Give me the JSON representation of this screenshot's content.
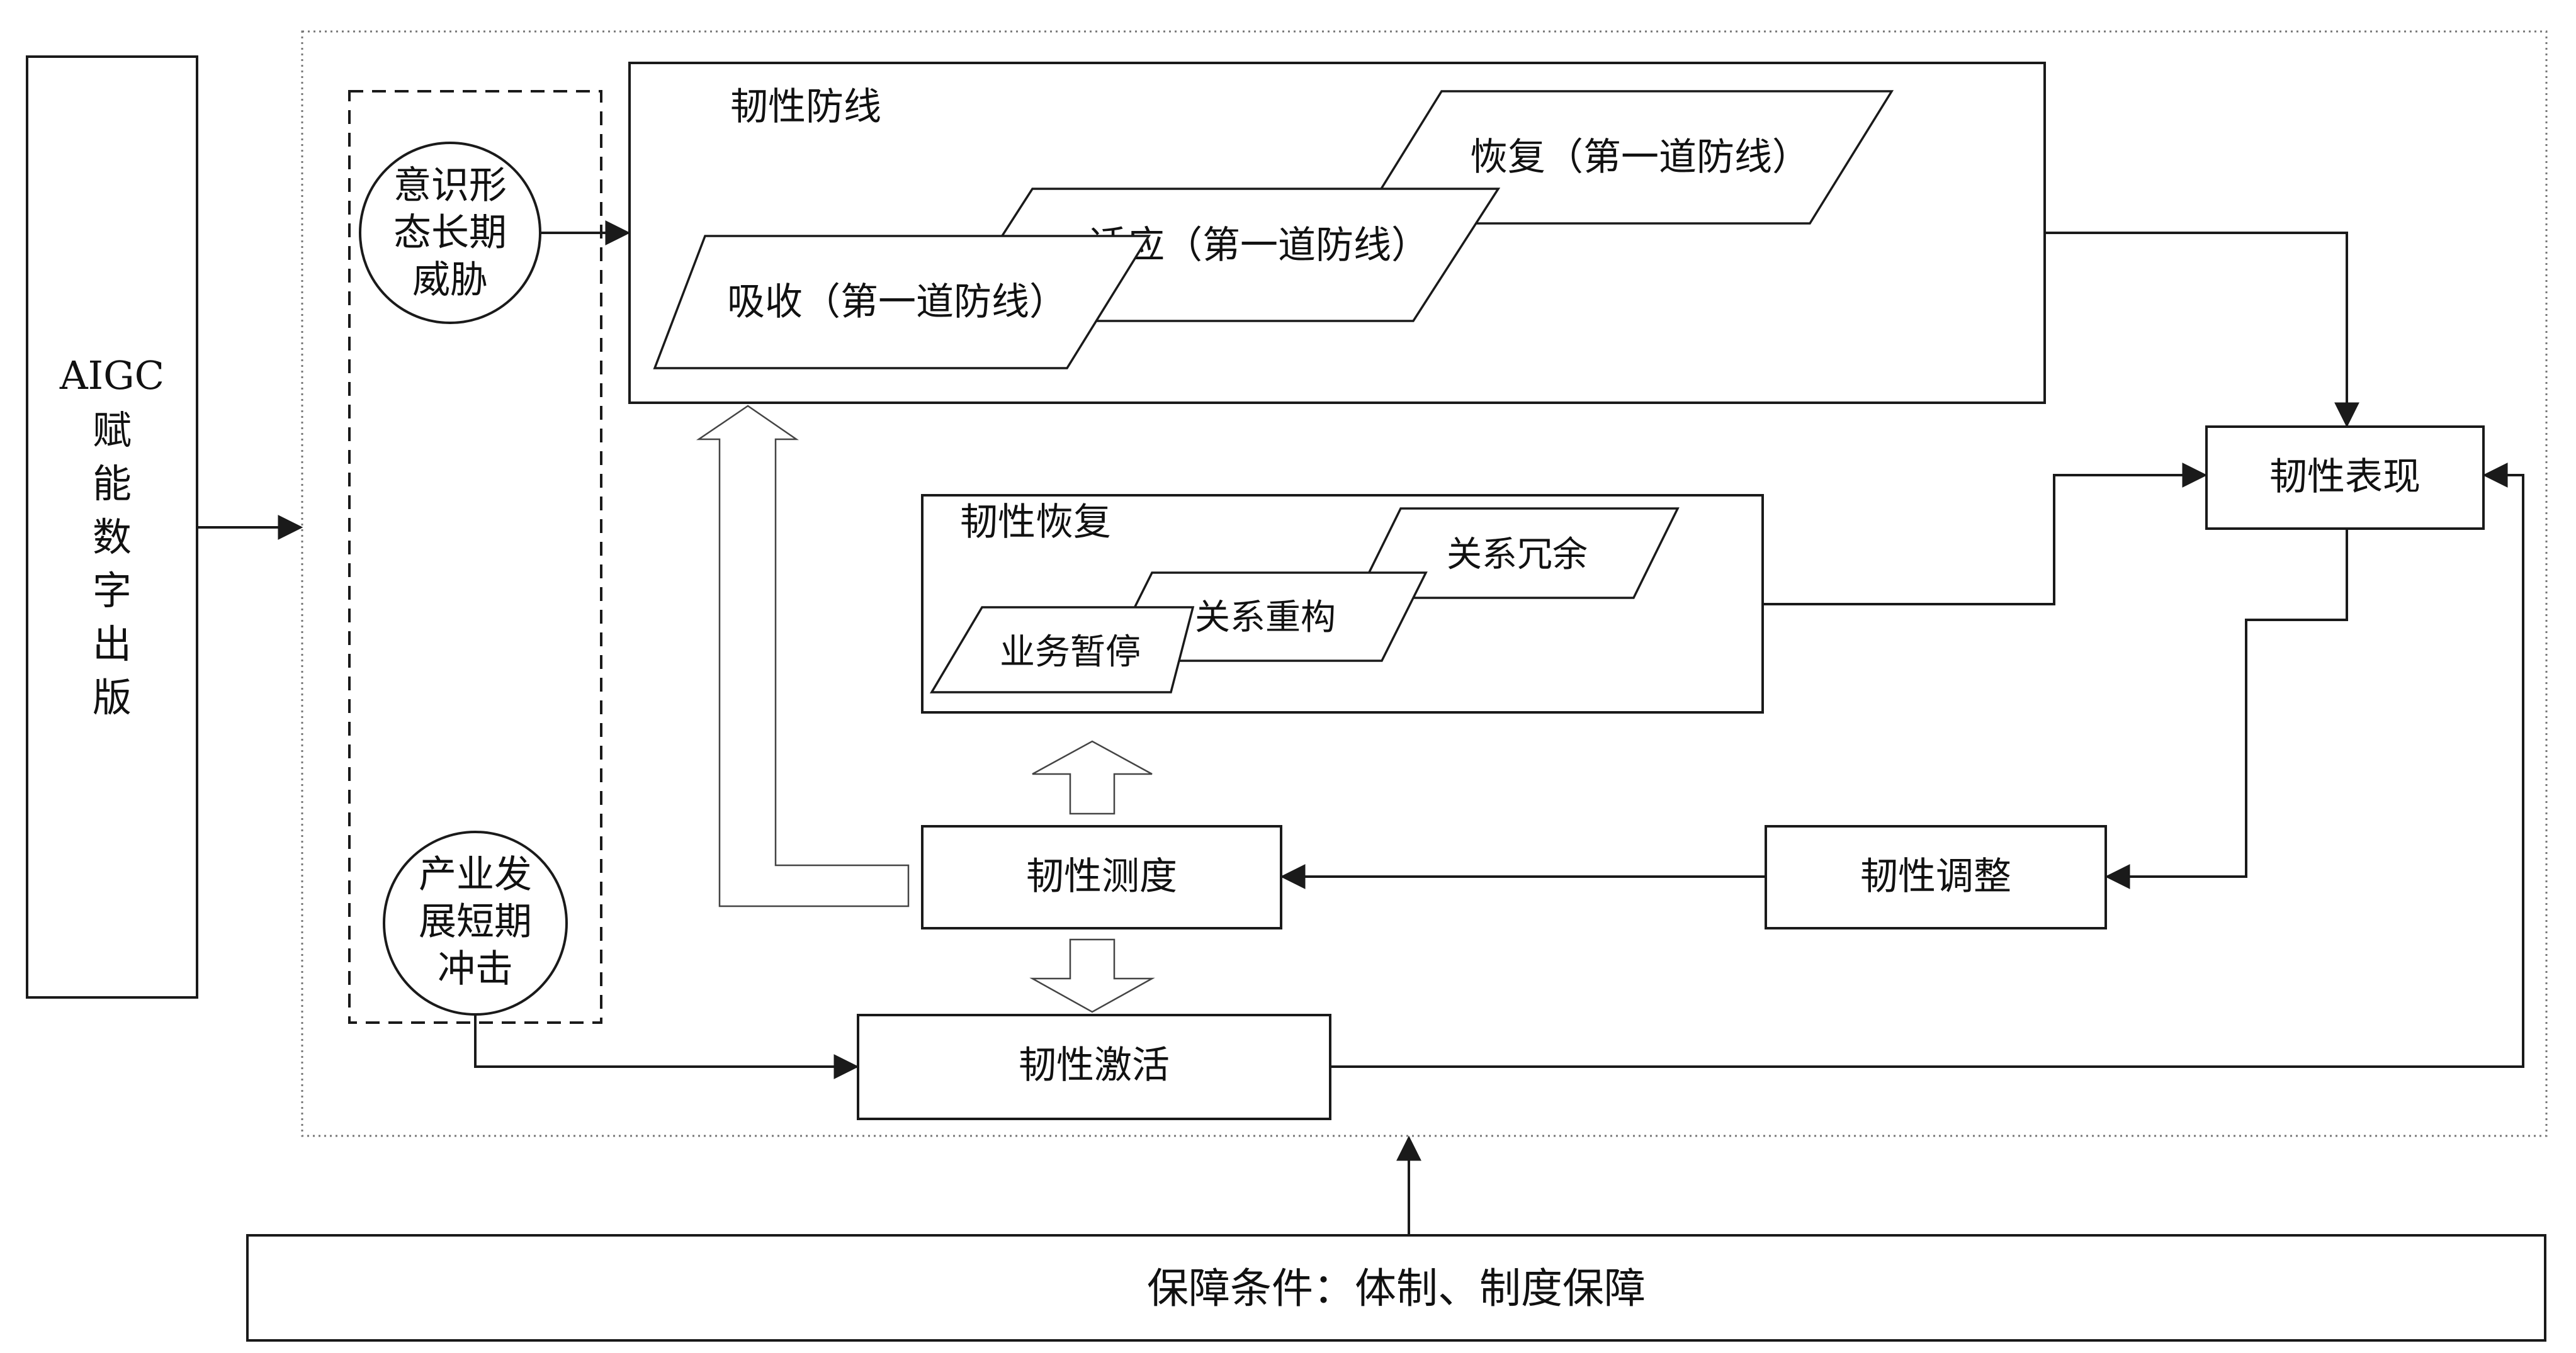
{
  "left_block": {
    "line1": "AIGC",
    "chars": [
      "赋",
      "能",
      "数",
      "字",
      "出",
      "版"
    ]
  },
  "threats": {
    "ideology": [
      "意识形",
      "态长期",
      "威胁"
    ],
    "industry": [
      "产业发",
      "展短期",
      "冲击"
    ]
  },
  "defense": {
    "title": "韧性防线",
    "items": [
      "恢复（第一道防线）",
      "适应（第一道防线）",
      "吸收（第一道防线）"
    ]
  },
  "recovery": {
    "title": "韧性恢复",
    "items": [
      "关系冗余",
      "关系重构",
      "业务暂停"
    ]
  },
  "nodes": {
    "performance": "韧性表现",
    "measure": "韧性测度",
    "adjust": "韧性调整",
    "activate": "韧性激活"
  },
  "guarantee": "保障条件：体制、制度保障"
}
